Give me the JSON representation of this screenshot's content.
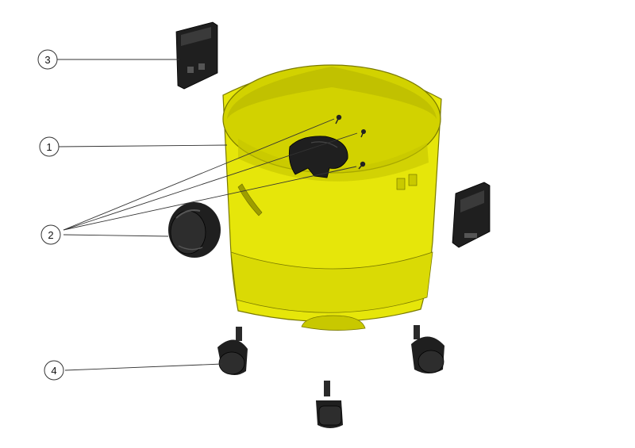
{
  "callouts": [
    {
      "id": "callout-1",
      "number": "1"
    },
    {
      "id": "callout-2",
      "number": "2"
    },
    {
      "id": "callout-3",
      "number": "3"
    },
    {
      "id": "callout-4",
      "number": "4"
    }
  ],
  "colors": {
    "container_fill": "#e6e60a",
    "container_dark": "#b9b900",
    "container_inner": "#d8d800",
    "part_black": "#1f1f1f",
    "part_gray": "#444444",
    "line": "#333333"
  }
}
